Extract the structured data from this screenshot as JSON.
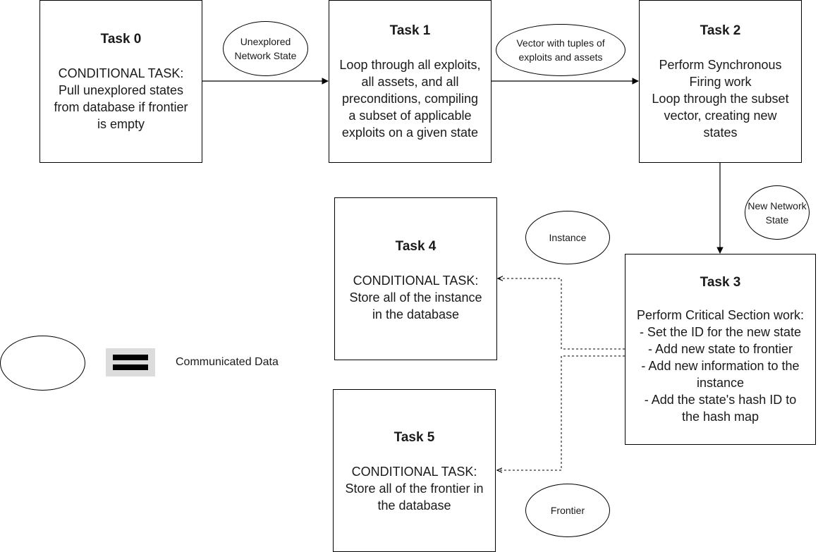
{
  "tasks": {
    "task0": {
      "title": "Task 0",
      "body": "CONDITIONAL TASK:\nPull unexplored states\nfrom database if frontier\nis empty"
    },
    "task1": {
      "title": "Task 1",
      "body": "Loop through all exploits,\nall assets, and all\npreconditions, compiling\na subset of applicable\nexploits on a given state"
    },
    "task2": {
      "title": "Task 2",
      "body": "Perform Synchronous\nFiring work\nLoop through the subset\nvector, creating new\nstates"
    },
    "task3": {
      "title": "Task 3",
      "body": "Perform Critical Section work:\n- Set the ID for the new state\n- Add new state to frontier\n- Add new information to the\ninstance\n- Add the state's hash ID to\nthe hash map"
    },
    "task4": {
      "title": "Task 4",
      "body": "CONDITIONAL TASK:\nStore all of the instance\nin the database"
    },
    "task5": {
      "title": "Task 5",
      "body": "CONDITIONAL TASK:\nStore all of the frontier in\nthe database"
    }
  },
  "data_labels": {
    "unexplored_network_state": "Unexplored\nNetwork State",
    "vector_tuples": "Vector with tuples of\nexploits and assets",
    "new_network_state": "New Network\nState",
    "instance": "Instance",
    "frontier": "Frontier"
  },
  "legend": {
    "text": "Communicated Data"
  },
  "edges": [
    {
      "from": "task0",
      "to": "task1",
      "style": "solid",
      "label": "Unexplored Network State"
    },
    {
      "from": "task1",
      "to": "task2",
      "style": "solid",
      "label": "Vector with tuples of exploits and assets"
    },
    {
      "from": "task2",
      "to": "task3",
      "style": "solid",
      "label": "New Network State"
    },
    {
      "from": "task3",
      "to": "task4",
      "style": "dashed",
      "label": "Instance"
    },
    {
      "from": "task3",
      "to": "task5",
      "style": "dashed",
      "label": "Frontier"
    }
  ]
}
